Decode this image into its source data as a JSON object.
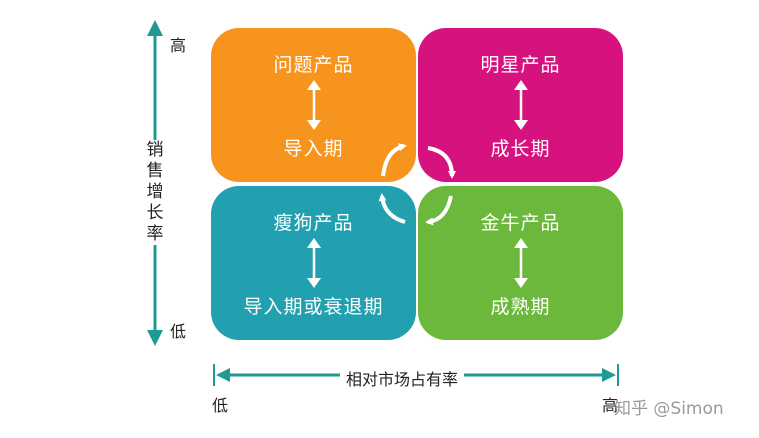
{
  "quadrants": {
    "top_left": {
      "product": "问题产品",
      "stage": "导入期",
      "color": "#F7941D"
    },
    "top_right": {
      "product": "明星产品",
      "stage": "成长期",
      "color": "#D6127F"
    },
    "bottom_left": {
      "product": "瘦狗产品",
      "stage": "导入期或衰退期",
      "color": "#22A0AF"
    },
    "bottom_right": {
      "product": "金牛产品",
      "stage": "成熟期",
      "color": "#6BB83C"
    }
  },
  "y_axis": {
    "title": "销售增长率",
    "high": "高",
    "low": "低"
  },
  "x_axis": {
    "title": "相对市场占有率",
    "low": "低",
    "high": "高"
  },
  "watermark": "知乎 @Simon",
  "colors": {
    "axis": "#1E9A93"
  }
}
